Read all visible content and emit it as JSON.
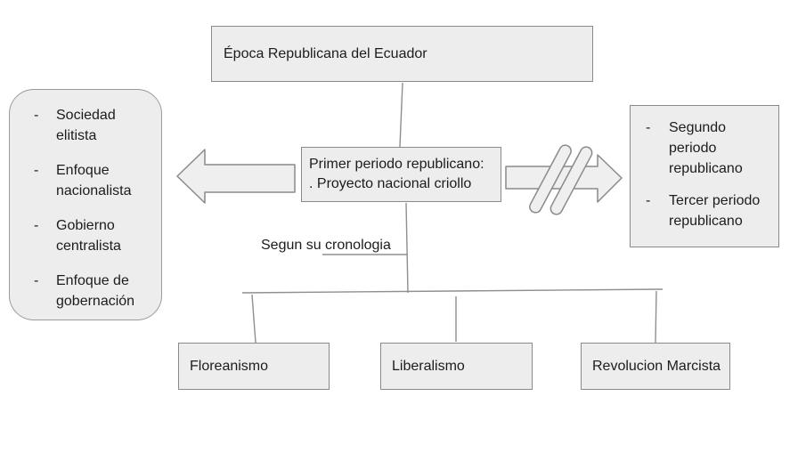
{
  "colors": {
    "shape_fill": "#ededed",
    "arrow_fill": "#efefef",
    "shape_border": "#8a8a8a",
    "connector_gray": "#8f8f8f",
    "text": "#1c1c1c",
    "background": "#ffffff"
  },
  "bullet_char": "-",
  "title_box": {
    "label": "Época Republicana del Ecuador"
  },
  "left_panel": {
    "items": [
      "Sociedad elitista",
      "Enfoque nacionalista",
      "Gobierno centralista",
      "Enfoque de gobernación"
    ]
  },
  "center_box": {
    "line1": "Primer periodo republicano:",
    "line2": ". Proyecto nacional criollo"
  },
  "right_panel": {
    "items": [
      "Segundo periodo republicano",
      "Tercer periodo republicano"
    ]
  },
  "chronology_label": "Segun su cronologia",
  "bottom_row": {
    "boxes": [
      "Floreanismo",
      "Liberalismo",
      "Revolucion Marcista"
    ]
  }
}
